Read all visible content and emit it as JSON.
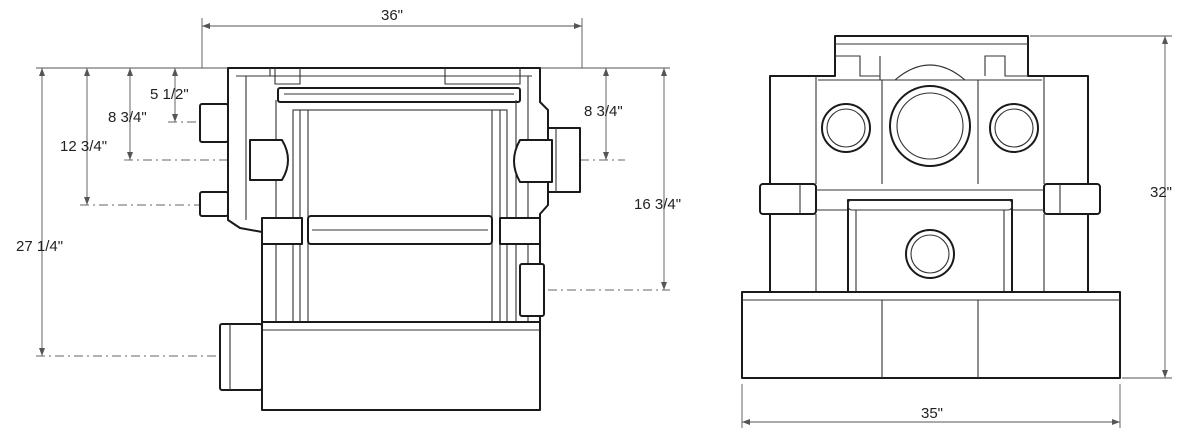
{
  "side_view": {
    "dims": {
      "width_top": "36\"",
      "overall_height": "27 1/4\"",
      "inlet_12_3_4": "12 3/4\"",
      "inlet_8_3_4_left": "8 3/4\"",
      "inlet_5_1_2": "5 1/2\"",
      "inlet_8_3_4_right": "8 3/4\"",
      "outlet_16_3_4": "16 3/4\""
    }
  },
  "front_view": {
    "dims": {
      "width_bottom": "35\"",
      "overall_height": "32\""
    }
  },
  "colors": {
    "line": "#1a1a1a",
    "dimension": "#555555",
    "background": "#ffffff"
  }
}
